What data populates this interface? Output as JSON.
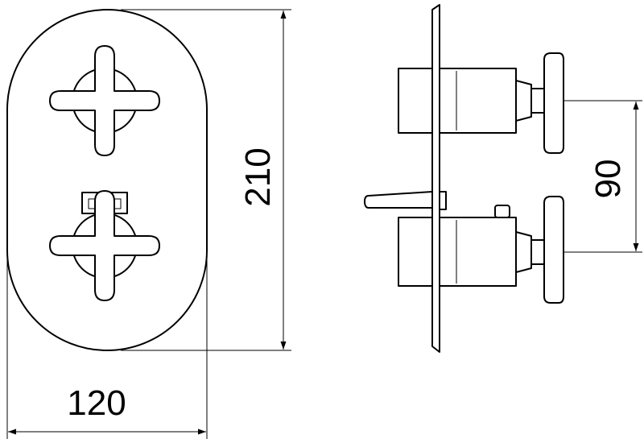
{
  "drawing": {
    "dimensions": {
      "width": "120",
      "height": "210",
      "spacing": "90"
    }
  }
}
